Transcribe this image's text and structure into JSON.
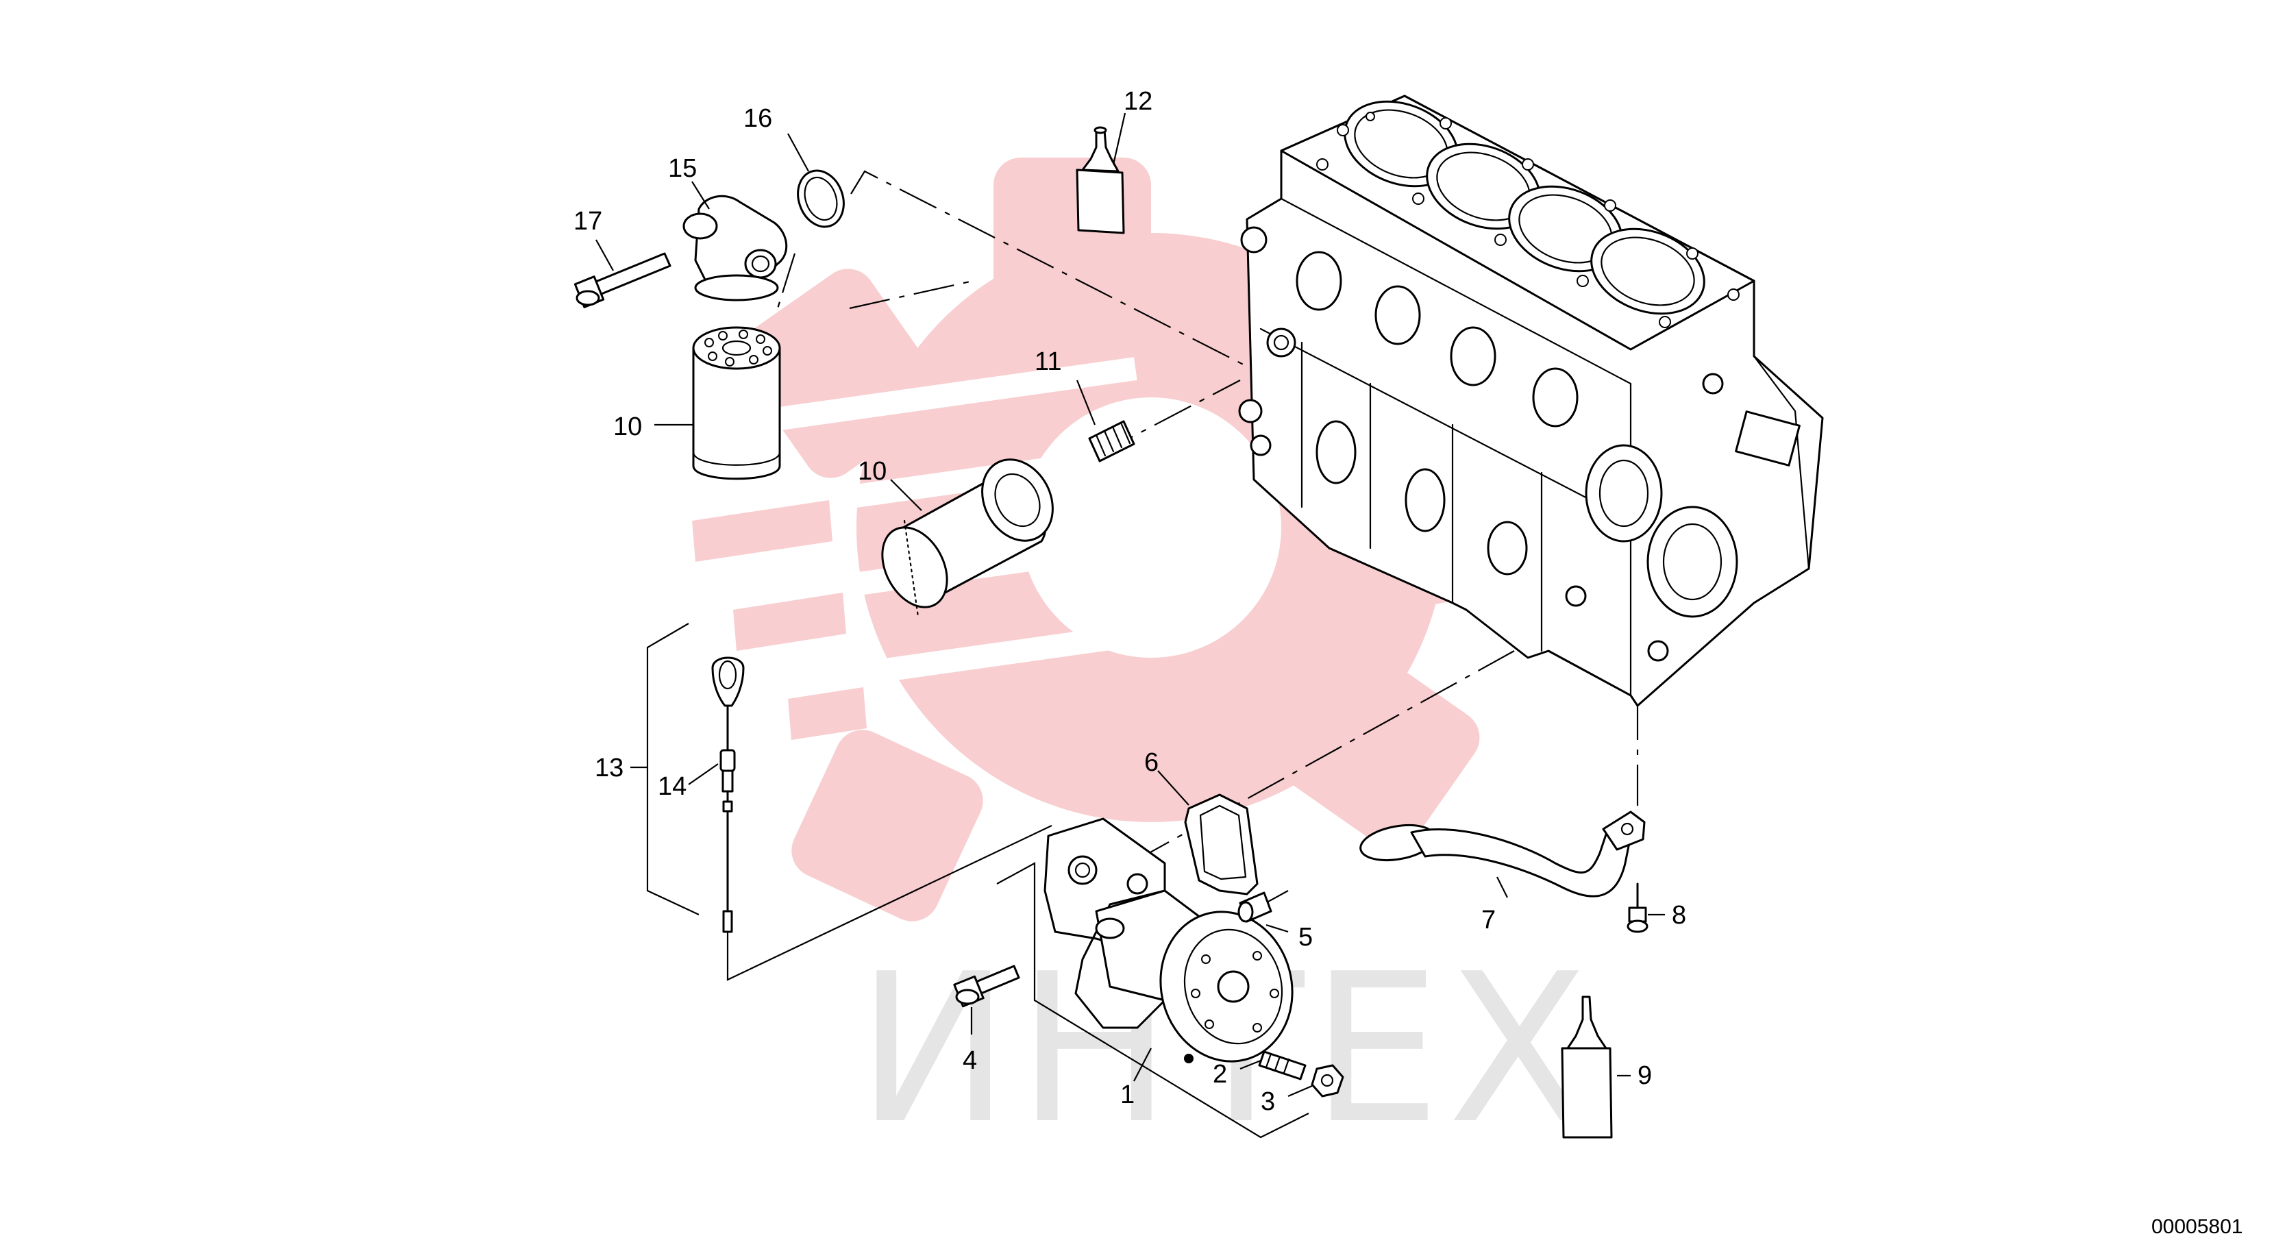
{
  "diagram": {
    "callouts": [
      {
        "id": "c1",
        "label": "1"
      },
      {
        "id": "c2",
        "label": "2"
      },
      {
        "id": "c3",
        "label": "3"
      },
      {
        "id": "c4",
        "label": "4"
      },
      {
        "id": "c5",
        "label": "5"
      },
      {
        "id": "c6",
        "label": "6"
      },
      {
        "id": "c7",
        "label": "7"
      },
      {
        "id": "c8",
        "label": "8"
      },
      {
        "id": "c9",
        "label": "9"
      },
      {
        "id": "c10a",
        "label": "10"
      },
      {
        "id": "c10b",
        "label": "10"
      },
      {
        "id": "c11",
        "label": "11"
      },
      {
        "id": "c12",
        "label": "12"
      },
      {
        "id": "c13",
        "label": "13"
      },
      {
        "id": "c14",
        "label": "14"
      },
      {
        "id": "c15",
        "label": "15"
      },
      {
        "id": "c16",
        "label": "16"
      },
      {
        "id": "c17",
        "label": "17"
      }
    ],
    "drawing_number": "00005801"
  },
  "watermark": {
    "text": "ИНТЕХ",
    "gear_color": "#f7c6c8",
    "text_color": "#e3e3e3"
  }
}
